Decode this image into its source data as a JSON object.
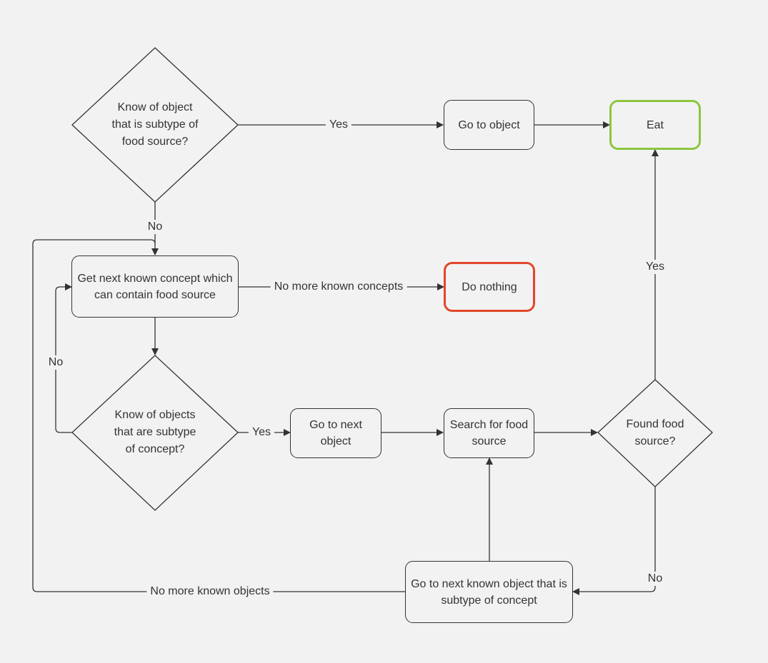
{
  "nodes": {
    "know_food_subtype": "Know of object that is subtype of food source?",
    "go_to_object": "Go to object",
    "eat": "Eat",
    "next_concept": "Get next known concept which can contain food source",
    "do_nothing": "Do nothing",
    "know_objects_subtype": "Know of objects that are subtype of concept?",
    "go_to_next_object": "Go to next object",
    "search_food": "Search for food source",
    "found_food": "Found food source?",
    "next_known_object": "Go to next known object that is subtype of concept"
  },
  "edges": {
    "yes_top": "Yes",
    "no_top": "No",
    "no_more_concepts": "No more known concepts",
    "no_left": "No",
    "yes_mid": "Yes",
    "yes_right": "Yes",
    "no_right": "No",
    "no_more_objects": "No more known objects"
  },
  "colors": {
    "line": "#333333",
    "eat_border": "#8cc63f",
    "do_nothing_border": "#e1472a",
    "background": "#f2f2f2"
  }
}
